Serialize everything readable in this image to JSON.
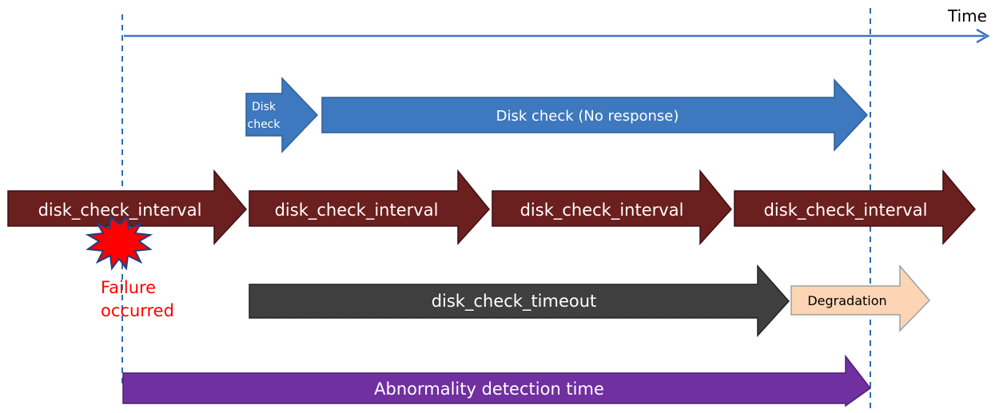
{
  "time_label": "Time",
  "disk_check": {
    "short_label_line1": "Disk",
    "short_label_line2": "check",
    "no_response_label": "Disk check (No response)"
  },
  "intervals": [
    {
      "label": "disk_check_interval"
    },
    {
      "label": "disk_check_interval"
    },
    {
      "label": "disk_check_interval"
    },
    {
      "label": "disk_check_interval"
    }
  ],
  "failure": {
    "line1": "Failure",
    "line2": "occurred"
  },
  "timeout_label": "disk_check_timeout",
  "degradation_label": "Degradation",
  "detection_label": "Abnormality detection time",
  "colors": {
    "time_axis": "#4472c4",
    "disk_check": "#3e78be",
    "interval": "#6b1f1f",
    "timeout": "#3a3a3a",
    "degradation": "#fbd5b5",
    "detection": "#7030a0",
    "failure_text": "#ff0000",
    "burst": "#ff0000",
    "dashed": "#2e6db4"
  }
}
